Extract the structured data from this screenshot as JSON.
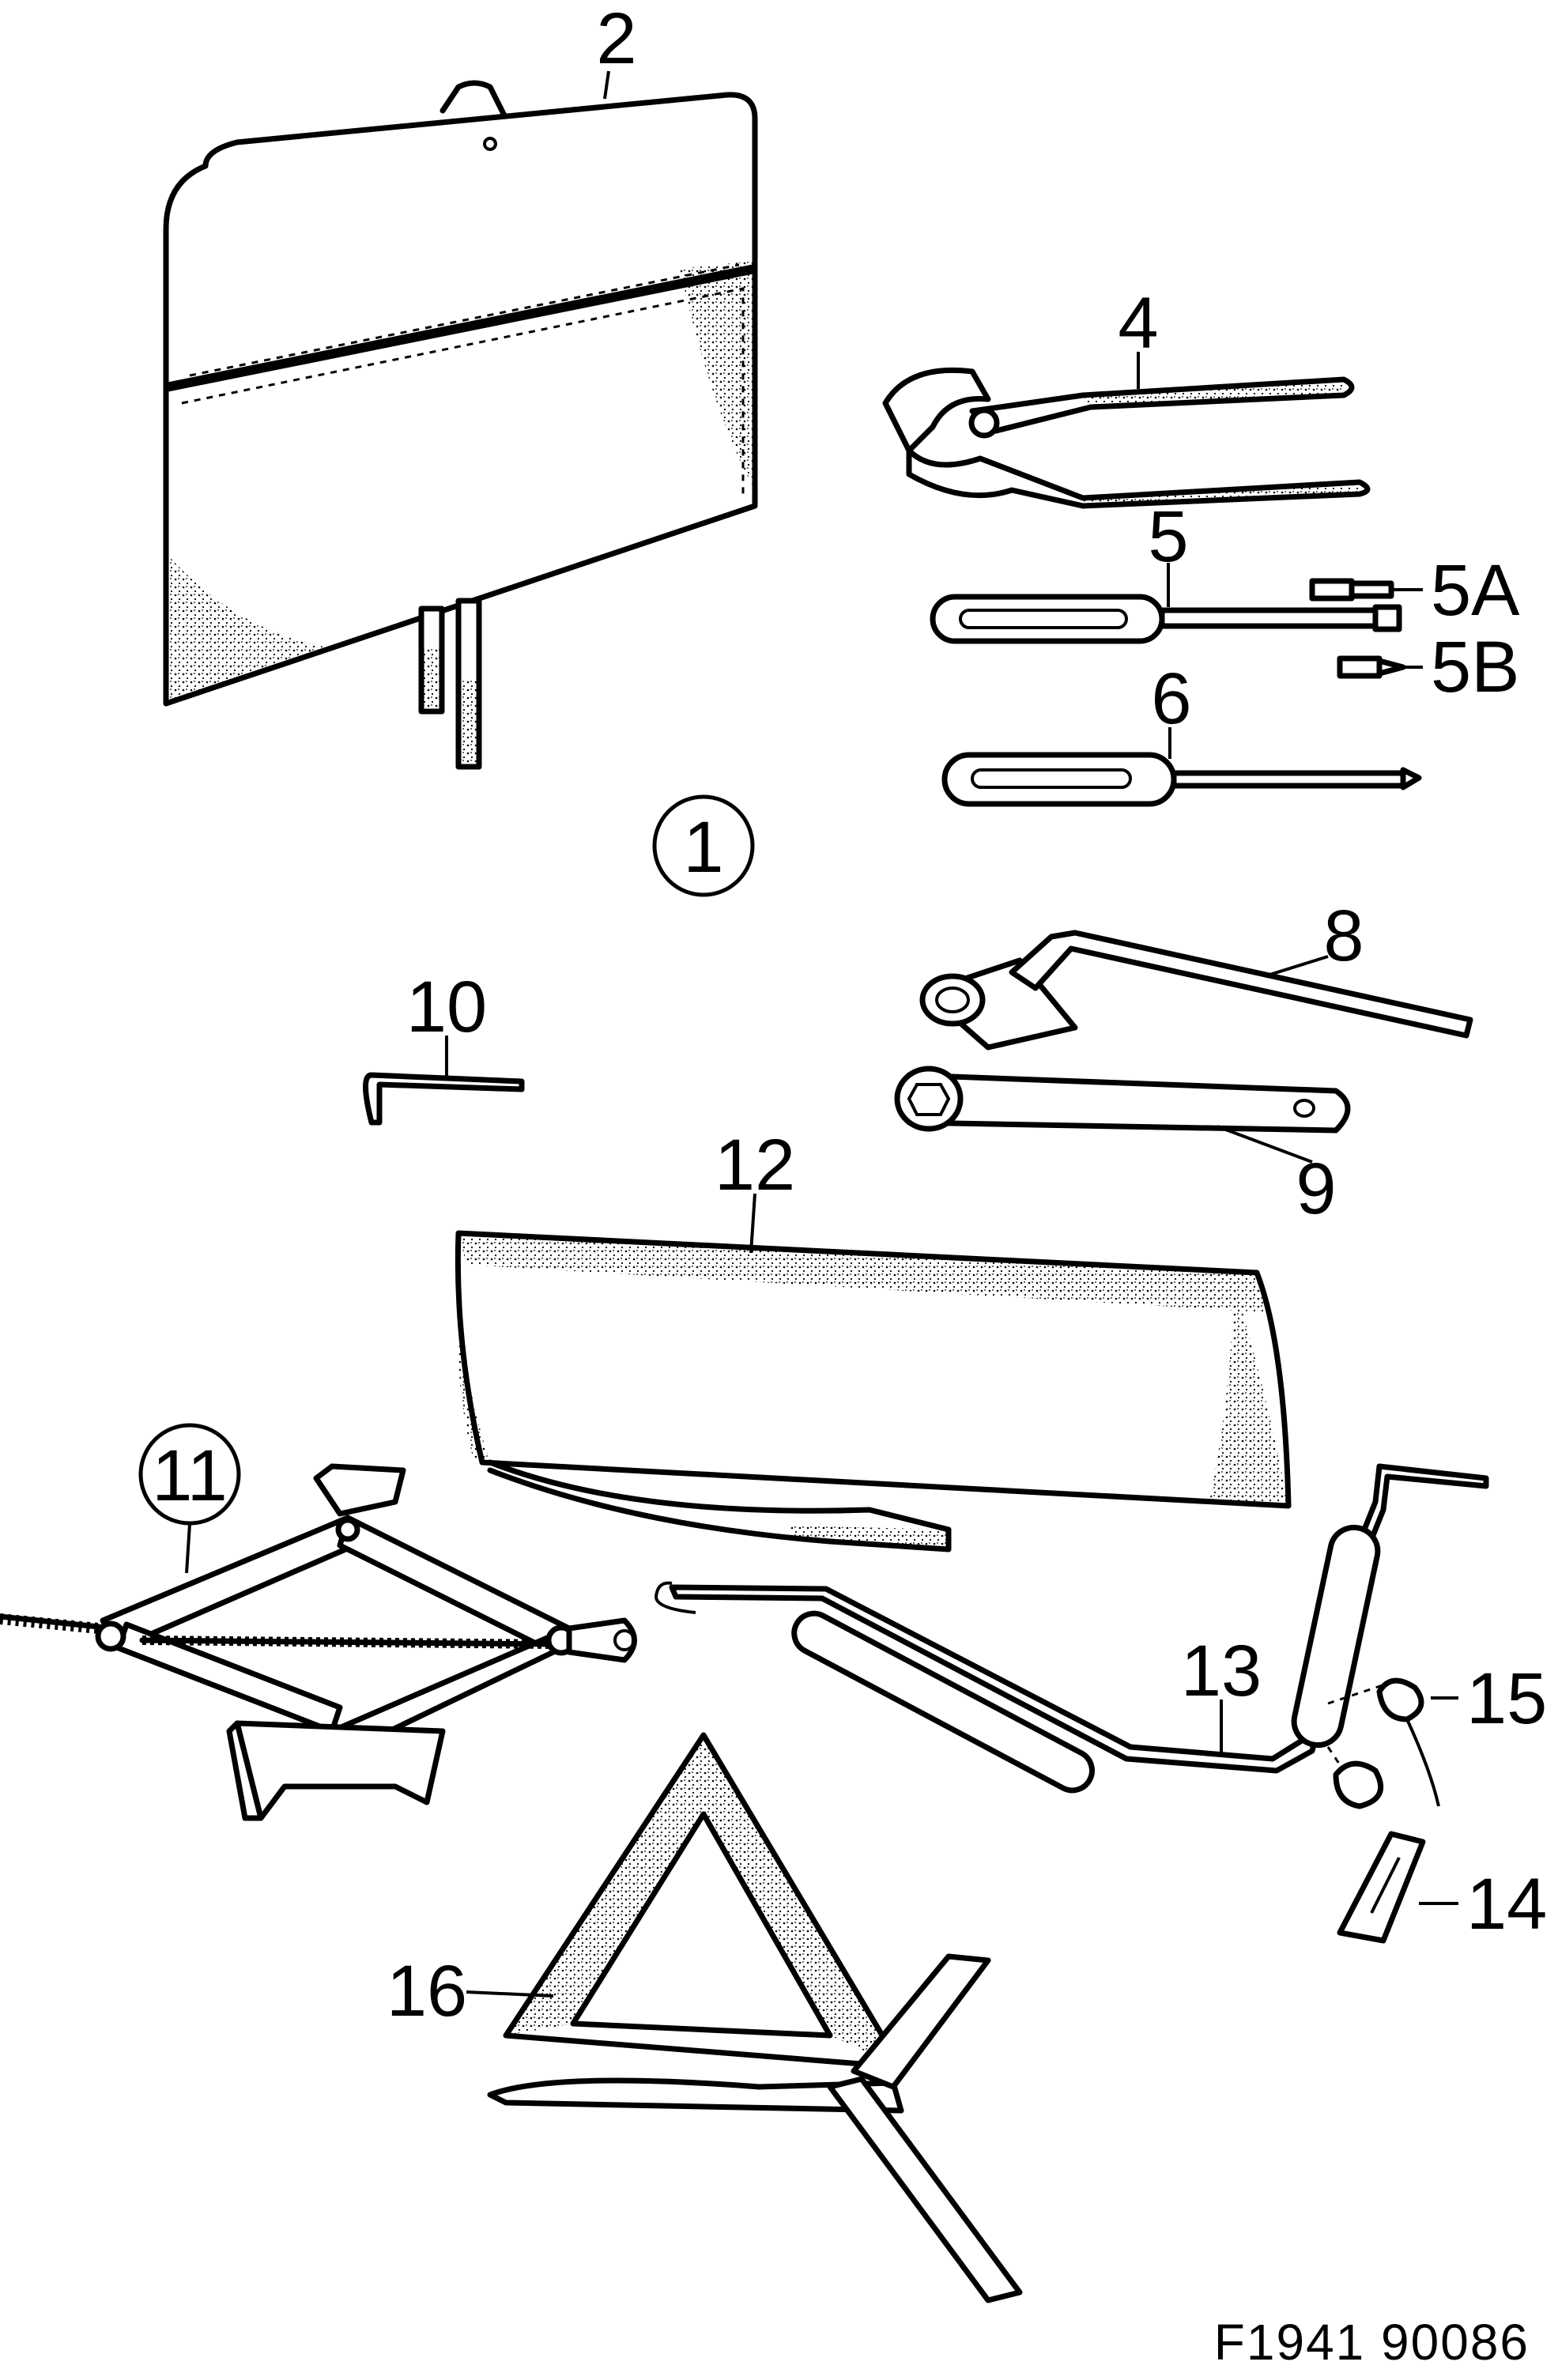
{
  "figure_code": "F1941  90086",
  "callouts": {
    "c1": "1",
    "c2": "2",
    "c4": "4",
    "c5": "5",
    "c5a": "5A",
    "c5b": "5B",
    "c6": "6",
    "c8": "8",
    "c9": "9",
    "c10": "10",
    "c11": "11",
    "c12": "12",
    "c13": "13",
    "c14": "14",
    "c15": "15",
    "c16": "16"
  }
}
